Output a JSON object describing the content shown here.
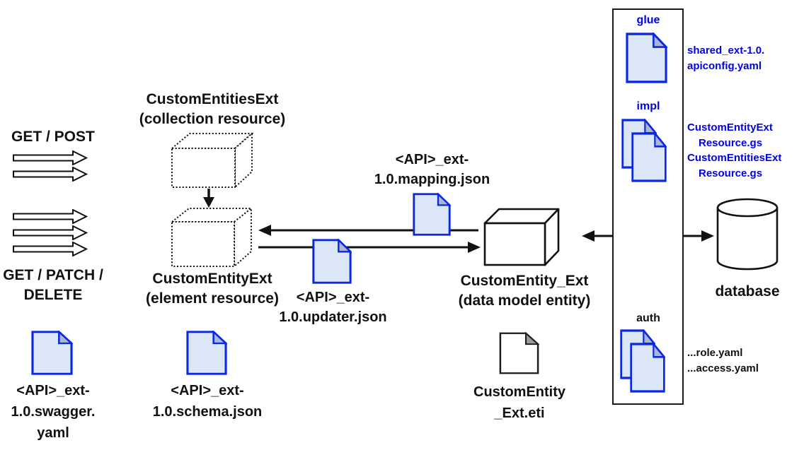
{
  "colors": {
    "file_border_blue": "#0a28e0",
    "file_fill_blue": "#dbe6f8",
    "file_fold_shade": "#a9b6d6",
    "blue_text": "#0000ee",
    "text_black": "#111111"
  },
  "methods": {
    "get_post": "GET / POST",
    "get_patch_delete_lines": [
      "GET / PATCH /",
      "DELETE"
    ]
  },
  "nodes": {
    "collection": {
      "title": "CustomEntitiesExt",
      "subtitle": "(collection resource)"
    },
    "element": {
      "title": "CustomEntityExt",
      "subtitle": "(element resource)"
    },
    "datamodel": {
      "title": "CustomEntity_Ext",
      "subtitle": "(data model entity)"
    },
    "database": {
      "label": "database"
    }
  },
  "files": {
    "mapping": {
      "lines": [
        "<API>_ext-",
        "1.0.mapping.json"
      ]
    },
    "updater": {
      "lines": [
        "<API>_ext-",
        "1.0.updater.json"
      ]
    },
    "swagger": {
      "lines": [
        "<API>_ext-",
        "1.0.swagger.",
        "yaml"
      ]
    },
    "schema": {
      "lines": [
        "<API>_ext-",
        "1.0.schema.json"
      ]
    },
    "eti": {
      "lines": [
        "CustomEntity",
        "_Ext.eti"
      ]
    }
  },
  "panel": {
    "glue": {
      "label": "glue",
      "files": [
        "shared_ext-1.0.",
        "apiconfig.yaml"
      ]
    },
    "impl": {
      "label": "impl",
      "files": [
        "CustomEntityExt",
        "Resource.gs",
        "CustomEntitiesExt",
        "Resource.gs"
      ]
    },
    "auth": {
      "label": "auth",
      "files": [
        "...role.yaml",
        "...access.yaml"
      ]
    }
  }
}
